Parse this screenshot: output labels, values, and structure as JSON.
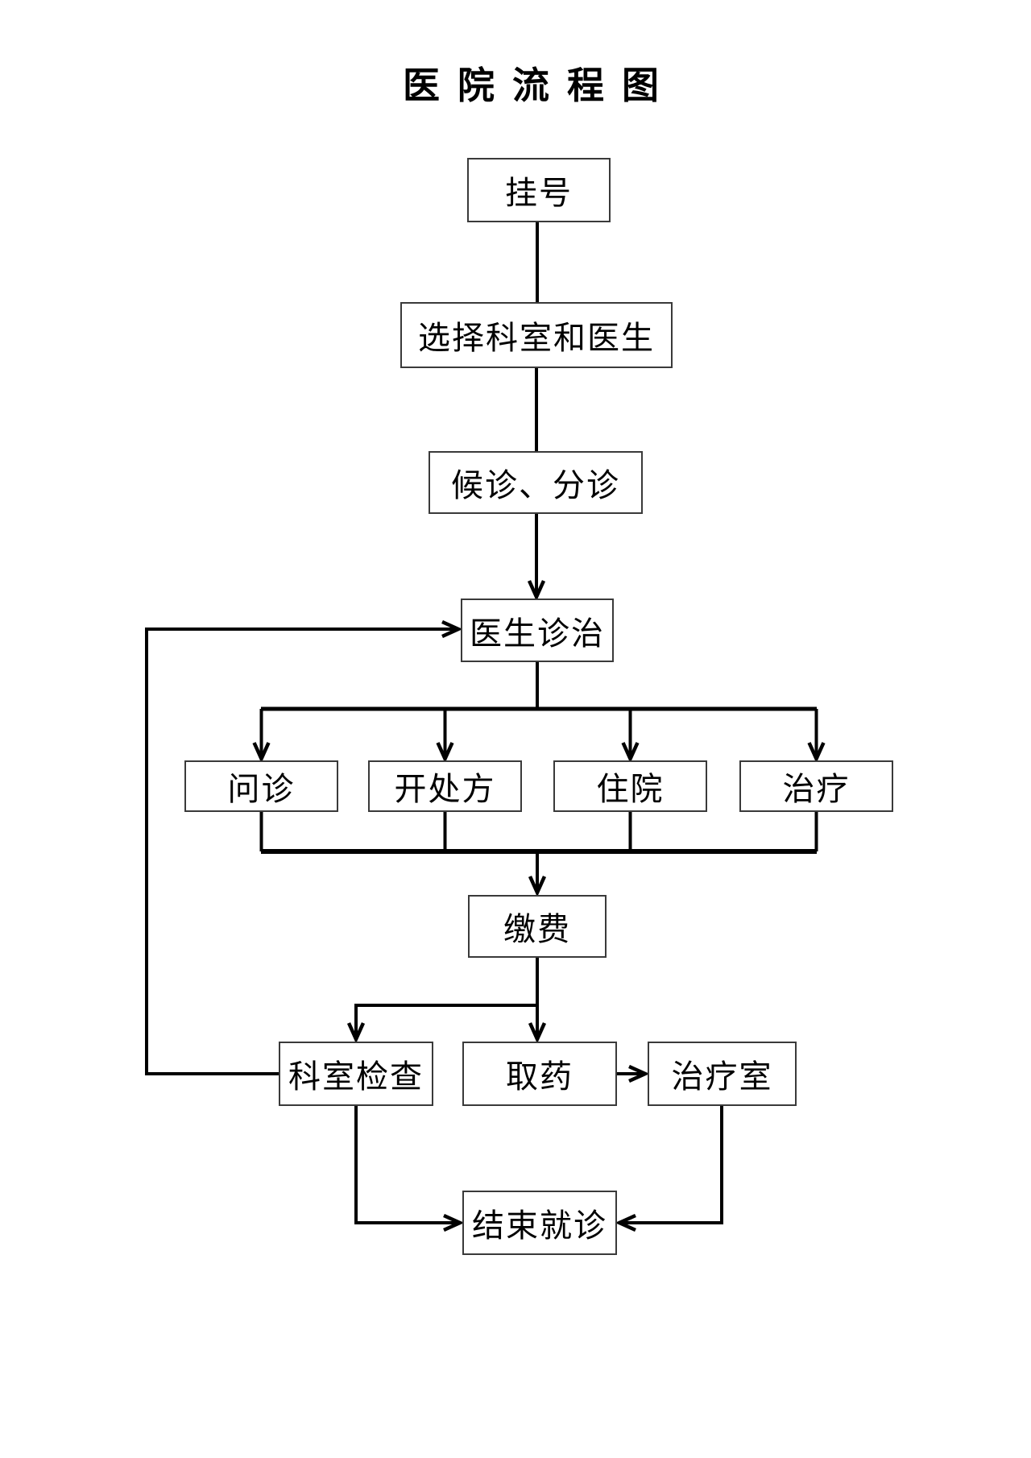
{
  "title": {
    "text": "医院流程图"
  },
  "flowchart": {
    "nodes": [
      {
        "id": "register",
        "label": "挂号"
      },
      {
        "id": "choose-dept-doctor",
        "label": "选择科室和医生"
      },
      {
        "id": "wait-triage",
        "label": "候诊、分诊"
      },
      {
        "id": "doctor-treatment",
        "label": "医生诊治"
      },
      {
        "id": "inquiry",
        "label": "问诊"
      },
      {
        "id": "prescribe",
        "label": "开处方"
      },
      {
        "id": "hospitalize",
        "label": "住院"
      },
      {
        "id": "treatment",
        "label": "治疗"
      },
      {
        "id": "pay-fee",
        "label": "缴费"
      },
      {
        "id": "dept-exam",
        "label": "科室检查"
      },
      {
        "id": "get-medicine",
        "label": "取药"
      },
      {
        "id": "treatment-room",
        "label": "治疗室"
      },
      {
        "id": "end-visit",
        "label": "结束就诊"
      }
    ],
    "edges": [
      {
        "from": "register",
        "to": "choose-dept-doctor",
        "arrow": false
      },
      {
        "from": "choose-dept-doctor",
        "to": "wait-triage",
        "arrow": false
      },
      {
        "from": "wait-triage",
        "to": "doctor-treatment",
        "arrow": true
      },
      {
        "from": "doctor-treatment",
        "to": "inquiry",
        "arrow": true
      },
      {
        "from": "doctor-treatment",
        "to": "prescribe",
        "arrow": true
      },
      {
        "from": "doctor-treatment",
        "to": "hospitalize",
        "arrow": true
      },
      {
        "from": "doctor-treatment",
        "to": "treatment",
        "arrow": true
      },
      {
        "from": "inquiry",
        "to": "pay-fee",
        "arrow": true
      },
      {
        "from": "prescribe",
        "to": "pay-fee",
        "arrow": true
      },
      {
        "from": "hospitalize",
        "to": "pay-fee",
        "arrow": true
      },
      {
        "from": "treatment",
        "to": "pay-fee",
        "arrow": true
      },
      {
        "from": "pay-fee",
        "to": "dept-exam",
        "arrow": true
      },
      {
        "from": "pay-fee",
        "to": "get-medicine",
        "arrow": true
      },
      {
        "from": "get-medicine",
        "to": "treatment-room",
        "arrow": true
      },
      {
        "from": "dept-exam",
        "to": "end-visit",
        "arrow": true
      },
      {
        "from": "treatment-room",
        "to": "end-visit",
        "arrow": true
      },
      {
        "from": "dept-exam",
        "to": "doctor-treatment",
        "arrow": true,
        "note": "feedback loop"
      }
    ],
    "colors": {
      "line": "#000000",
      "box_border": "#3a3a3a",
      "text": "#000000",
      "background": "#ffffff"
    }
  }
}
